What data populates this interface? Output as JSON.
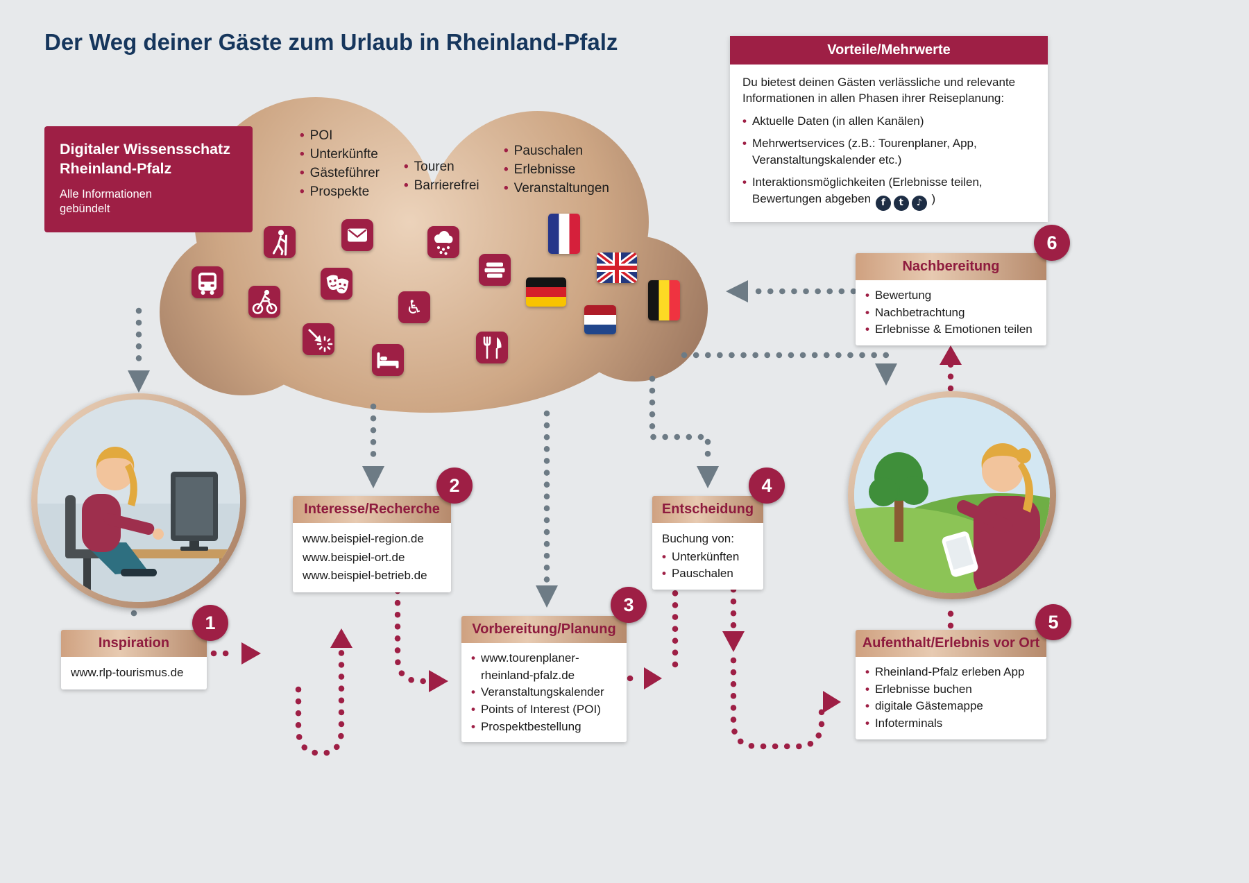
{
  "title": "Der Weg deiner Gäste zum Urlaub in Rheinland-Pfalz",
  "knowledge": {
    "title": "Digitaler Wissensschatz Rheinland-Pfalz",
    "subtitle": "Alle Informationen gebündelt"
  },
  "benefits": {
    "header": "Vorteile/Mehrwerte",
    "intro": "Du bietest deinen Gästen verlässliche und relevante Informationen in allen Phasen ihrer Reiseplanung:",
    "items": [
      "Aktuelle Daten (in allen Kanälen)",
      "Mehrwertservices (z.B.: Tourenplaner, App, Veranstaltungskalender etc.)",
      "Interaktionsmöglichkeiten (Erlebnisse teilen, Bewertungen abgeben"
    ],
    "closing_paren": ")",
    "social_icons": {
      "facebook": "f",
      "twitter": "t",
      "tiktok": "♪"
    }
  },
  "cloud": {
    "list1": [
      "POI",
      "Unterkünfte",
      "Gästeführer",
      "Prospekte"
    ],
    "list2": [
      "Touren",
      "Barrierefrei"
    ],
    "list3": [
      "Pauschalen",
      "Erlebnisse",
      "Veranstaltungen"
    ],
    "icons": [
      "hiking",
      "mail",
      "weather",
      "bus",
      "cycling",
      "theater",
      "accessibility",
      "books",
      "attraction",
      "bed",
      "gastronomy"
    ],
    "flags": [
      "France",
      "United Kingdom",
      "Germany",
      "Netherlands",
      "Belgium"
    ]
  },
  "stations": [
    {
      "number": "1",
      "title": "Inspiration",
      "lines": [
        "www.rlp-tourismus.de"
      ]
    },
    {
      "number": "2",
      "title": "Interesse/Recherche",
      "lines": [
        "www.beispiel-region.de",
        "www.beispiel-ort.de",
        "www.beispiel-betrieb.de"
      ]
    },
    {
      "number": "3",
      "title": "Vorbereitung/Planung",
      "bullets": [
        "www.tourenplaner-rheinland-pfalz.de",
        "Veranstaltungskalender",
        "Points of Interest (POI)",
        "Prospektbestellung"
      ]
    },
    {
      "number": "4",
      "title": "Entscheidung",
      "intro": "Buchung von:",
      "bullets": [
        "Unterkünften",
        "Pauschalen"
      ]
    },
    {
      "number": "5",
      "title": "Aufenthalt/Erlebnis vor Ort",
      "bullets": [
        "Rheinland-Pfalz erleben App",
        "Erlebnisse buchen",
        "digitale Gästemappe",
        "Infoterminals"
      ]
    },
    {
      "number": "6",
      "title": "Nachbereitung",
      "bullets": [
        "Bewertung",
        "Nachbetrachtung",
        "Erlebnisse & Emotionen teilen"
      ]
    }
  ],
  "colors": {
    "maroon": "#9e1f45",
    "title_blue": "#16365c",
    "bronze_light": "#e7cab1",
    "bronze_dark": "#a97f63",
    "arrow_gray": "#6d7b85",
    "background": "#e7e9eb"
  }
}
